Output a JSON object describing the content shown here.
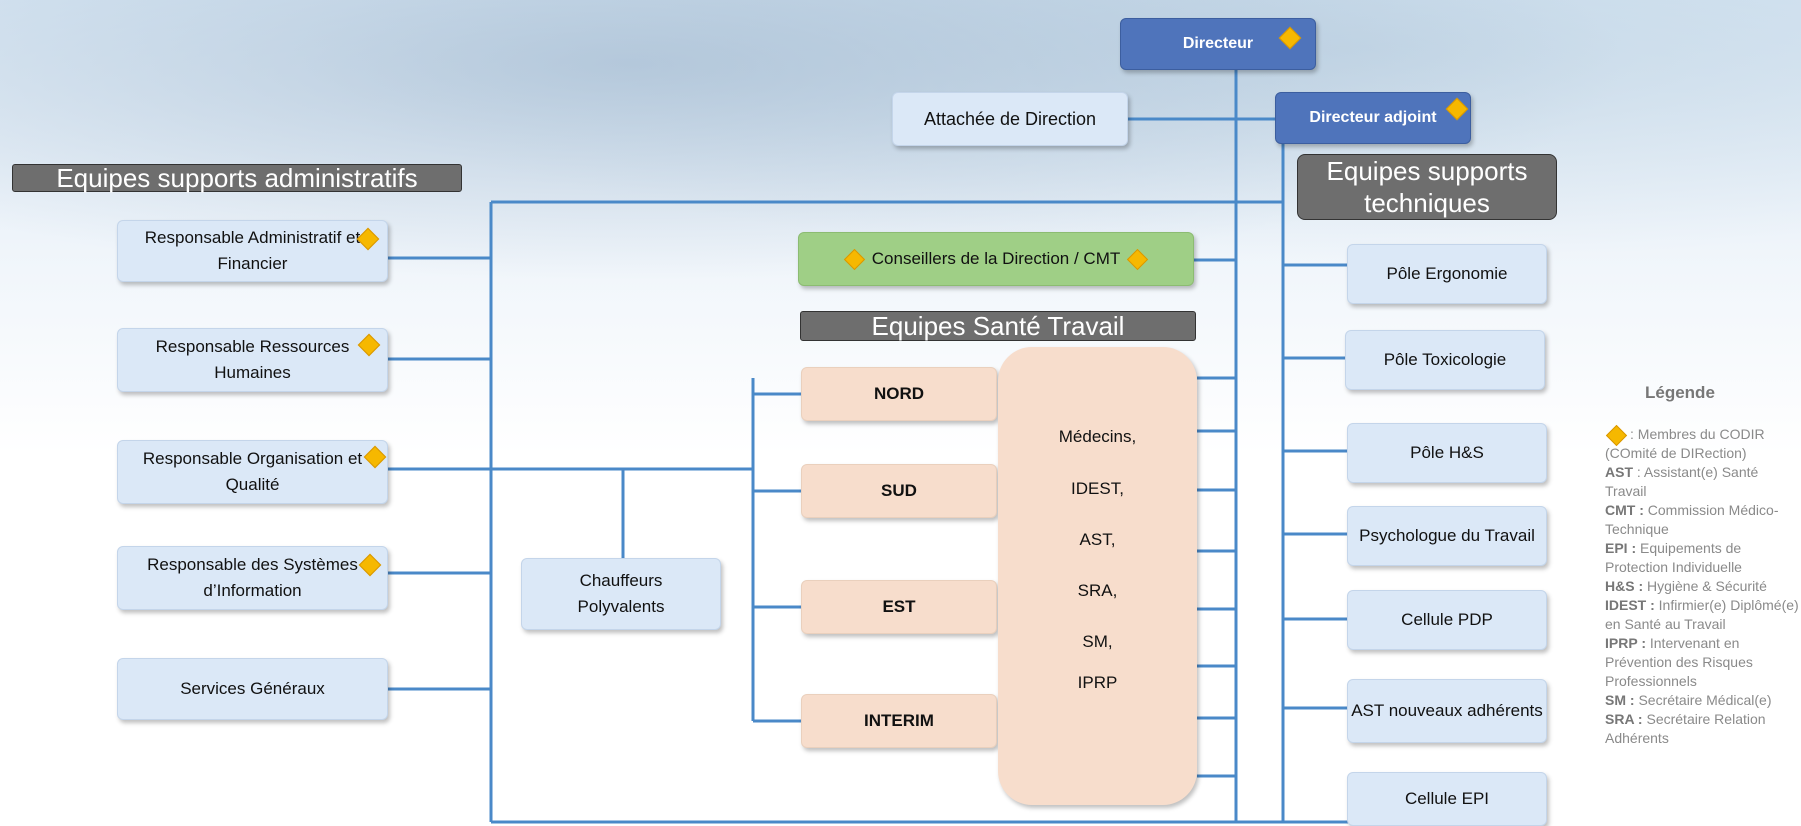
{
  "diamond_color": "#f6b800",
  "line_color": "#4a89c8",
  "directeur": "Directeur",
  "directeur_adjoint": "Directeur adjoint",
  "attachee": "Attachée de Direction",
  "conseillers": "Conseillers de la Direction / CMT",
  "headers": {
    "admin": "Equipes supports administratifs",
    "techniques": "Equipes supports techniques",
    "sante": "Equipes Santé Travail"
  },
  "admin_boxes": [
    "Responsable Administratif et Financier",
    "Responsable Ressources Humaines",
    "Responsable Organisation et Qualité",
    "Responsable des Systèmes d’Information",
    "Services Généraux"
  ],
  "chauffeurs": "Chauffeurs Polyvalents",
  "sante_teams": [
    "NORD",
    "SUD",
    "EST",
    "INTERIM"
  ],
  "staff": [
    "Médecins,",
    "IDEST,",
    "AST,",
    "SRA,",
    "SM,",
    "IPRP"
  ],
  "tech_boxes": [
    "Pôle Ergonomie",
    "Pôle Toxicologie",
    "Pôle H&S",
    "Psychologue du Travail",
    "Cellule PDP",
    "AST nouveaux adhérents",
    "Cellule EPI"
  ],
  "legend": {
    "title": "Légende",
    "codir": ": Membres du CODIR (COmité de DIRection)",
    "entries": [
      {
        "abbr": "AST",
        "text": ": Assistant(e) Santé Travail"
      },
      {
        "abbr": "CMT :",
        "text": "Commission Médico-Technique"
      },
      {
        "abbr": "EPI :",
        "text": "Equipements de Protection Individuelle"
      },
      {
        "abbr": "H&S :",
        "text": "Hygiène & Sécurité"
      },
      {
        "abbr": "IDEST :",
        "text": "Infirmier(e) Diplômé(e) en Santé au Travail"
      },
      {
        "abbr": "IPRP :",
        "text": "Intervenant en Prévention des Risques Professionnels"
      },
      {
        "abbr": "SM :",
        "text": "Secrétaire Médical(e)"
      },
      {
        "abbr": "SRA :",
        "text": "Secrétaire Relation Adhérents"
      }
    ]
  }
}
